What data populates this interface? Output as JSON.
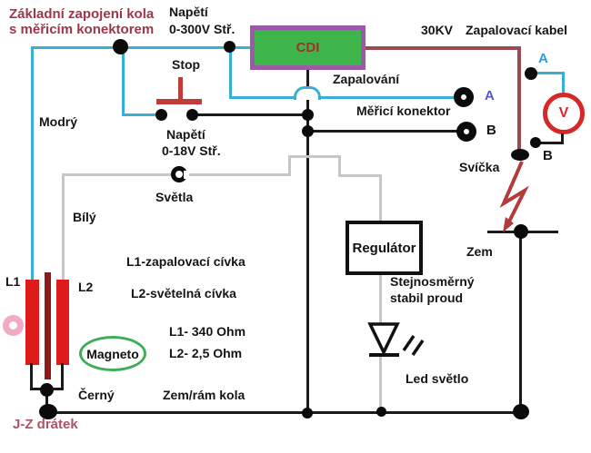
{
  "diagram_title": {
    "line1": "Základní zapojení kola",
    "line2": "s měřicím konektorem"
  },
  "cdi": {
    "label": "CDI"
  },
  "regulator": {
    "label": "Regulátor"
  },
  "voltmeter": {
    "label": "V"
  },
  "connectors": {
    "a_label": "A",
    "b_label": "B",
    "probe_a_label": "A",
    "probe_b_label": "B"
  },
  "labels": {
    "napeti_300_1": "Napětí",
    "napeti_300_2": "0-300V Stř.",
    "stop": "Stop",
    "kv": "30KV",
    "zapalovaci_kabel": "Zapalovací kabel",
    "zapalovani": "Zapalování",
    "merici_konektor": "Měřicí konektor",
    "napeti_18_1": "Napětí",
    "napeti_18_2": "0-18V Stř.",
    "modry": "Modrý",
    "svetla": "Světla",
    "bily": "Bílý",
    "l1": "L1",
    "l2": "L2",
    "l1_coil": "L1-zapalovací cívka",
    "l2_coil": "L2-světelná cívka",
    "l1_ohm": "L1- 340 Ohm",
    "l2_ohm": "L2- 2,5  Ohm",
    "magneto": "Magneto",
    "svicka": "Svíčka",
    "zem": "Zem",
    "stejnosmerny_1": "Stejnosměrný",
    "stejnosmerny_2": "stabil proud",
    "led_svetlo": "Led světlo",
    "cerny": "Černý",
    "zem_ram": "Zem/rám kola",
    "jz_dratek": "J-Z drátek"
  },
  "colors": {
    "wire_cyan": "#3aafd6",
    "wire_gray": "#c6c6c6",
    "wire_black": "#1a1a1a",
    "wire_high_voltage": "#9c4a52",
    "cdi_fill": "#3db54a",
    "cdi_border": "#9b59a8",
    "cdi_text": "#a03325",
    "coil_red": "#e01b1b",
    "core_dark_red": "#8c1a1a",
    "stop_button_red": "#c23b3b",
    "voltmeter_red": "#d62828",
    "title_maroon": "#9e3648",
    "jz_maroon": "#b05264",
    "connector_a_blue": "#5558cc",
    "probe_a_blue": "#2e9ad8",
    "magneto_green": "#3fae57",
    "pink_ring": "#f2a9c4",
    "spark_red": "#b23b3b"
  }
}
